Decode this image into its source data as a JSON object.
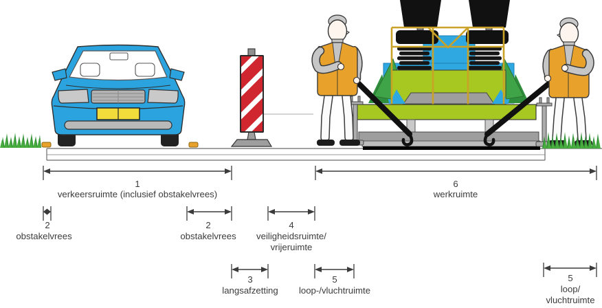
{
  "figure": {
    "kind": "roadwork cross-section diagram",
    "language": "nl"
  },
  "colors": {
    "car_blue": "#2ba3de",
    "machine_green": "#a6c820",
    "machine_dark_green": "#3fa348",
    "machine_blue": "#2fa8e1",
    "safety_vest_orange": "#e8a22c",
    "barrier_red": "#cf2630",
    "grass_green": "#3fa33c",
    "text": "#3b3b3b"
  },
  "dims": {
    "d1": {
      "num": "1",
      "label": "verkeersruimte (inclusief obstakelvrees)"
    },
    "d2a": {
      "num": "2",
      "label": "obstakelvrees"
    },
    "d2b": {
      "num": "2",
      "label": "obstakelvrees"
    },
    "d3": {
      "num": "3",
      "label": "langsafzetting"
    },
    "d4": {
      "num": "4",
      "label1": "veiligheidsruimte/",
      "label2": "vrijeruimte"
    },
    "d5a": {
      "num": "5",
      "label": "loop-/vluchtruimte"
    },
    "d5b": {
      "num": "5",
      "label1": "loop/",
      "label2": "vluchtruimte"
    },
    "d6": {
      "num": "6",
      "label": "werkruimte"
    }
  }
}
